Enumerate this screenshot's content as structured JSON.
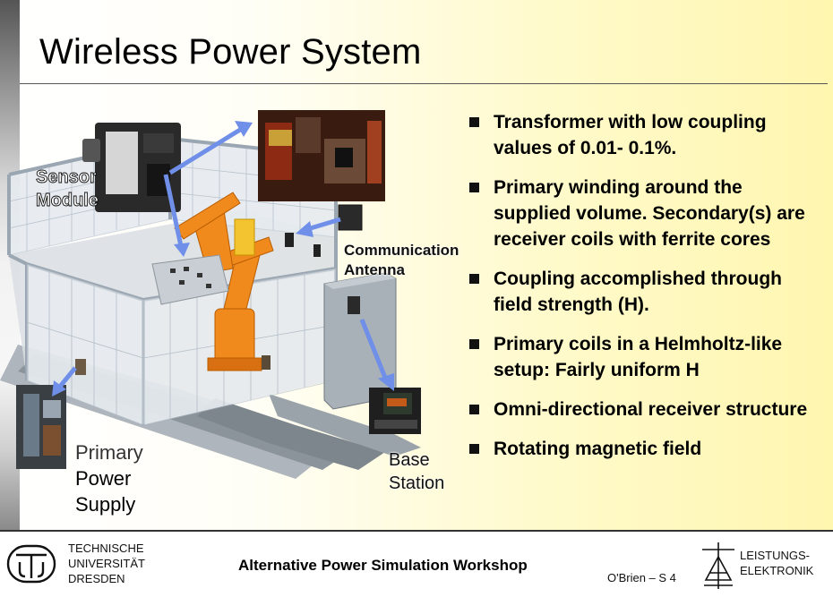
{
  "slide": {
    "title": "Wireless Power System"
  },
  "diagram": {
    "sensor_label_line1": "Sensor",
    "sensor_label_line2": "Module",
    "comm_label_line1": "Communication",
    "comm_label_line2": "Antenna",
    "supply_label_line1": "Primary",
    "supply_label_line2": "Power",
    "supply_label_line3": "Supply",
    "base_label_line1": "Base",
    "base_label_line2": "Station"
  },
  "bullets": [
    "Transformer with low coupling values of 0.01- 0.1%.",
    "Primary winding around the supplied volume. Secondary(s) are receiver coils with ferrite cores",
    "Coupling accomplished through field strength (H).",
    "Primary coils in a Helmholtz-like setup: Fairly uniform H",
    "Omni-directional receiver structure",
    "Rotating magnetic field"
  ],
  "footer": {
    "university_line1": "TECHNISCHE",
    "university_line2": "UNIVERSITÄT",
    "university_line3": "DRESDEN",
    "workshop": "Alternative Power Simulation Workshop",
    "author": "O'Brien – S 4",
    "dept_line1": "LEISTUNGS-",
    "dept_line2": "ELEKTRONIK"
  },
  "colors": {
    "arrow": "#6f8fe8",
    "robot": "#f08a1c",
    "background_right": "#fff6b0"
  }
}
